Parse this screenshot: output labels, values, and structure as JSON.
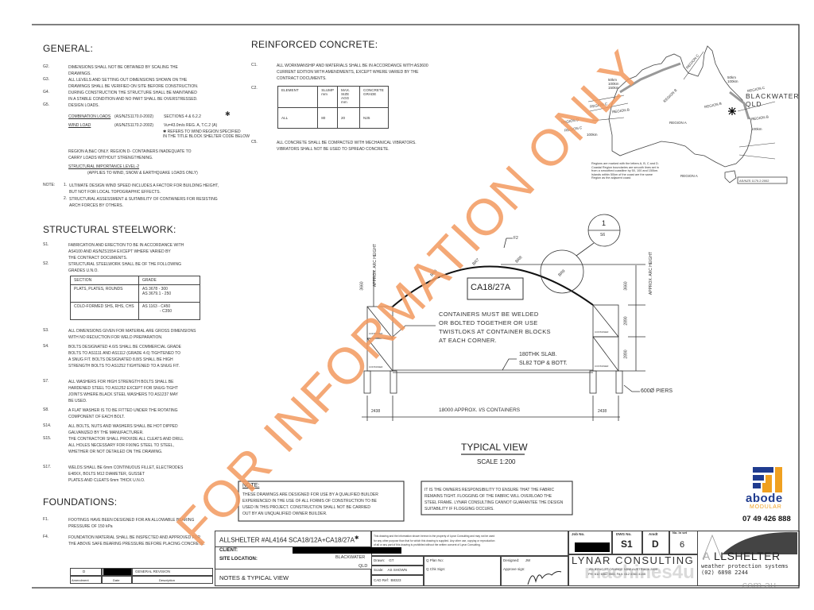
{
  "general": {
    "heading": "GENERAL:",
    "items": [
      {
        "id": "G2.",
        "lines": [
          "DIMENSIONS SHALL NOT BE OBTAINED BY SCALING THE",
          "DRAWINGS."
        ]
      },
      {
        "id": "G3.",
        "lines": [
          "ALL LEVELS AND SETTING OUT DIMENSIONS SHOWN ON THE",
          "DRAWINGS SHALL BE VERIFIED ON SITE BEFORE CONSTRUCTION."
        ]
      },
      {
        "id": "G4.",
        "lines": [
          "DURING CONSTRUCTION THE STRUCTURE SHALL BE MAINTAINED",
          "IN A STABLE CONDITION AND NO PART SHALL BE OVERSTRESSED."
        ]
      },
      {
        "id": "G5.",
        "lines": [
          "DESIGN LOADS."
        ]
      }
    ],
    "loads": [
      {
        "name": "COMBINATION LOADS",
        "standard": "(AS/NZS1170.0-2002)",
        "value": "SECTIONS 4 & 6.2.2"
      },
      {
        "name": "WIND LOAD",
        "standard": "(AS/NZS1170.2-2002)",
        "value": "Vu=43.0m/s  REG. A, T.C.2 (A)"
      }
    ],
    "asterisk_note": [
      "REFERS TO WIND REGION SPECIFIED",
      "IN THE TITLE BLOCK SHELTER CODE BELOW"
    ],
    "region_note": [
      "REGION A,B&C ONLY. REGION D- CONTAINERS INADEQUATE TO",
      "CARRY LOADS WITHOUT STRENGTHENING."
    ],
    "importance": "STRUCTURAL IMPORTANCE LEVEL-2",
    "importance_note": "(APPLIES TO WIND, SNOW & EARTHQUAKE LOADS ONLY)",
    "note_label": "NOTE:",
    "notes": [
      {
        "id": "1.",
        "lines": [
          "ULTIMATE DESIGN WIND SPEED INCLUDES A FACTOR FOR BUILDING HEIGHT,",
          "BUT NOT FOR LOCAL TOPOGRAPHIC EFFECTS."
        ]
      },
      {
        "id": "2.",
        "lines": [
          "STRUCTURAL ASSESSMENT & SUITABILITY OF CONTAINERS FOR RESISTING",
          "ARCH FORCES BY OTHERS."
        ]
      }
    ]
  },
  "steel": {
    "heading": "STRUCTURAL STEELWORK:",
    "items": [
      {
        "id": "S1.",
        "lines": [
          "FABRICATION AND ERECTION TO BE IN ACCORDANCE WITH",
          "AS4100 AND AS/NZS1554 EXCEPT WHERE VARIED BY",
          "THE CONTRACT DOCUMENTS."
        ]
      },
      {
        "id": "S2.",
        "lines": [
          "STRUCTURAL STEELWORK SHALL BE OF THE FOLLOWING",
          "GRADES U.N.O."
        ]
      },
      {
        "id": "S3.",
        "lines": [
          "ALL DIMENSIONS GIVEN FOR MATERIAL ARE GROSS DIMENSIONS",
          "WITH NO REDUCTION FOR WELD PREPARATION."
        ]
      },
      {
        "id": "S4.",
        "lines": [
          "BOLTS DESIGNATED 4.6/S SHALL BE COMMERCIAL GRADE",
          "BOLTS TO AS1111 AND AS1112 (GRADE 4.6) TIGHTENED TO",
          "A SNUG FIT. BOLTS DESIGNATED 8.8/S SHALL BE HIGH",
          "STRENGTH BOLTS TO AS1252 TIGHTENED TO A SNUG FIT."
        ]
      },
      {
        "id": "S7.",
        "lines": [
          "ALL WASHERS FOR HIGH STRENGTH BOLTS SHALL BE",
          "HARDENED STEEL TO AS1252 EXCEPT FOR SNUG-TIGHT",
          "JOINTS WHERE BLACK STEEL WASHERS TO AS1237 MAY",
          "BE USED."
        ]
      },
      {
        "id": "S8.",
        "lines": [
          "A FLAT WASHER IS TO BE FITTED UNDER THE ROTATING",
          "COMPONENT OF EACH BOLT."
        ]
      },
      {
        "id": "S14.",
        "lines": [
          "ALL BOLTS, NUTS AND WASHERS SHALL BE HOT DIPPED",
          "GALVANIZED BY THE MANUFACTURER."
        ]
      },
      {
        "id": "S15.",
        "lines": [
          "THE CONTRACTOR SHALL PROVIDE ALL CLEATS AND DRILL",
          "ALL HOLES NECESSARY FOR FIXING STEEL TO STEEL,",
          "WHETHER OR NOT DETAILED ON THE DRAWING."
        ]
      },
      {
        "id": "S17.",
        "lines": [
          "WELDS SHALL BE 6mm CONTINUOUS FILLET, ELECTRODES",
          "E48XX, BOLTS M12 DIAMETER, GUSSET",
          "PLATES AND CLEATS 6mm THICK U.N.O."
        ]
      }
    ],
    "table": {
      "headers": [
        "SECTION",
        "GRADE"
      ],
      "rows": [
        {
          "section": "PLATS, PLATES, ROUNDS",
          "grades": [
            "AS 3678  - 300",
            "AS 3679.1 - 250"
          ]
        },
        {
          "section": "COLD-FORMED SHS, RHS, CHS",
          "grades": [
            "AS 1163 - C450",
            "- C350"
          ]
        }
      ]
    }
  },
  "foundations": {
    "heading": "FOUNDATIONS:",
    "items": [
      {
        "id": "F1.",
        "lines": [
          "FOOTINGS HAVE BEEN DESIGNED FOR AN ALLOWABLE BEARING",
          "PRESSURE OF 150 kPa"
        ]
      },
      {
        "id": "F4.",
        "lines": [
          "FOUNDATION MATERIAL SHALL BE INSPECTED AND APPROVED FOR",
          "THE ABOVE SAFE BEARING PRESSURE BEFORE PLACING CONCRETE."
        ]
      }
    ]
  },
  "concrete": {
    "heading": "REINFORCED CONCRETE:",
    "c1": {
      "id": "C1.",
      "lines": [
        "ALL WORKMANSHIP AND MATERIALS SHALL BE IN ACCORDANCE WITH AS3600",
        "CURRENT EDITION WITH AMENDMENTS, EXCEPT WHERE VARIED BY THE",
        "CONTRACT DOCUMENTS."
      ]
    },
    "c2_id": "C2.",
    "table": {
      "headers": [
        "ELEMENT",
        "SLUMP mm",
        "MAX. SIZE AGG mm",
        "CONCRETE GRADE"
      ],
      "row": [
        "ALL",
        "80",
        "20",
        "N25"
      ]
    },
    "c5": {
      "id": "C5.",
      "lines": [
        "ALL CONCRETE SHALL BE COMPACTED WITH MECHANICAL VIBRATORS.",
        "VIBRATORS SHALL NOT BE USED TO SPREAD CONCRETE."
      ]
    }
  },
  "map": {
    "location": [
      "BLACKWATER",
      "QLD"
    ],
    "regions": [
      "REGION A",
      "REGION B",
      "REGION C",
      "REGION D",
      "REGION A",
      "REGION B",
      "REGION C",
      "REGION B",
      "REGION C",
      "REGION B",
      "REGION C"
    ],
    "distances": [
      "50km",
      "100km",
      "150km",
      "50km",
      "100km",
      "100km",
      "100km"
    ],
    "legend": [
      "Regions are marked with the letters A, B, C and D.",
      "Coastal Region boundaries are smooth lines set in",
      "from a smoothed coastline by 50, 100 and 150km.",
      "Islands within 50km of the coast are the same",
      "Region as the adjacent coast."
    ],
    "standard": "AS/NZS 1170.2:2002"
  },
  "drawing": {
    "code_box": "CA18/27A",
    "arch_label": "F2",
    "bracing": [
      "BR6",
      "BR7",
      "BR8",
      "BR9"
    ],
    "section_ref": {
      "number": "1",
      "sheet": "S6"
    },
    "container_note": [
      "CONTAINERS MUST BE WELDED",
      "OR BOLTED TOGETHER OR USE",
      "TWISTLOKS AT CONTAINER BLOCKS",
      "AT EACH CORNER."
    ],
    "slab_note": [
      "180THK SLAB.",
      "SL82 TOP & BOTT."
    ],
    "piers": "600Ø PIERS",
    "container_label": "CONTAINER",
    "arc_height": "3660",
    "arc_height_label": "APPROX. ARC HEIGHT",
    "container_height": "2890",
    "container_width": "2438",
    "span": "18000 APPROX. I/S CONTAINERS",
    "title": "TYPICAL VIEW",
    "scale": "SCALE 1:200"
  },
  "note_box": {
    "label": "NOTE:",
    "lines": [
      "THESE DRAWINGS ARE DESIGNED FOR USE BY A QUALIFIED BUILDER",
      "EXPERIENCED IN THE USE OF ALL FORMS OF CONSTRUCTION TO BE",
      "USED IN THIS PROJECT. CONSTRUCTION SHALL NOT BE CARRIED",
      "OUT BY AN UNQUALIFIED OWNER BUILDER."
    ]
  },
  "fabric_box": {
    "lines": [
      "IT IS THE OWNERS RESPONSIBILITY TO ENSURE THAT THE FABRIC",
      "REMAINS TIGHT. FLOGGING OF THE FABRIC WILL OVERLOAD THE",
      "STEEL FRAME. LYNAR CONSULTING CANNOT GUARANTEE THE DESIGN",
      "SUITABILITY IF FLOGGING OCCURS."
    ]
  },
  "watermark": "FOR INFORMATION ONLY",
  "site_watermark": [
    "machines4u",
    ".com.au"
  ],
  "abode": {
    "name": "abode",
    "sub": "MODULAR",
    "phone": "07 49 426 888",
    "blue": "#1f3b8f",
    "orange": "#f0a020"
  },
  "amendments": {
    "rows": [
      {
        "amendment": "D",
        "description": "GENERAL REVISION"
      }
    ],
    "headers": [
      "Amendment",
      "Date",
      "Description"
    ]
  },
  "title_block": {
    "title": "ALLSHELTER #AL4164 SCA18/12A+CA18/27A",
    "client_label": "CLIENT:",
    "site_label": "SITE LOCATION:",
    "site": [
      "BLACKWATER",
      "QLD"
    ],
    "sheet_title": "NOTES & TYPICAL VIEW",
    "disclaimer": [
      "This drawing and the information shown hereon is the property of Lynar Consulting and may not be used",
      "for any other purpose than that for which this drawing is supplied. Any other use, copying or reproduction",
      "of all or any part of this drawing is prohibited without the written consent of Lynar Consulting."
    ],
    "drawn_label": "Drawn:",
    "drawn": "GT",
    "scale_label": "Scale:",
    "scale": "AS SHOWN",
    "cad_label": "CAD Ref:",
    "cad": "B8323",
    "qplan_label": "Q Plan No:",
    "qchk_label": "Q Chk Sign:",
    "designed_label": "Designed:",
    "designed": "JW",
    "approve_label": "Approve sign:",
    "job_label": "Job No.",
    "dwg_label": "DWG No.",
    "dwg": "S1",
    "amdt_label": "Amdt",
    "amdt": "D",
    "set_label": "No. in set",
    "set": "6",
    "consultant": "LYNAR CONSULTING",
    "consultant_address": [
      "154 BYNG ST ORANGE NSW AUSTRALIA 2800",
      "PH: 612 6362 5551 FAX: 612 6361 4185"
    ],
    "brand": "LLSHELTER",
    "brand_initial": "A",
    "brand_tagline": "weather protection systems",
    "brand_phone": "(02) 6898 2244"
  }
}
